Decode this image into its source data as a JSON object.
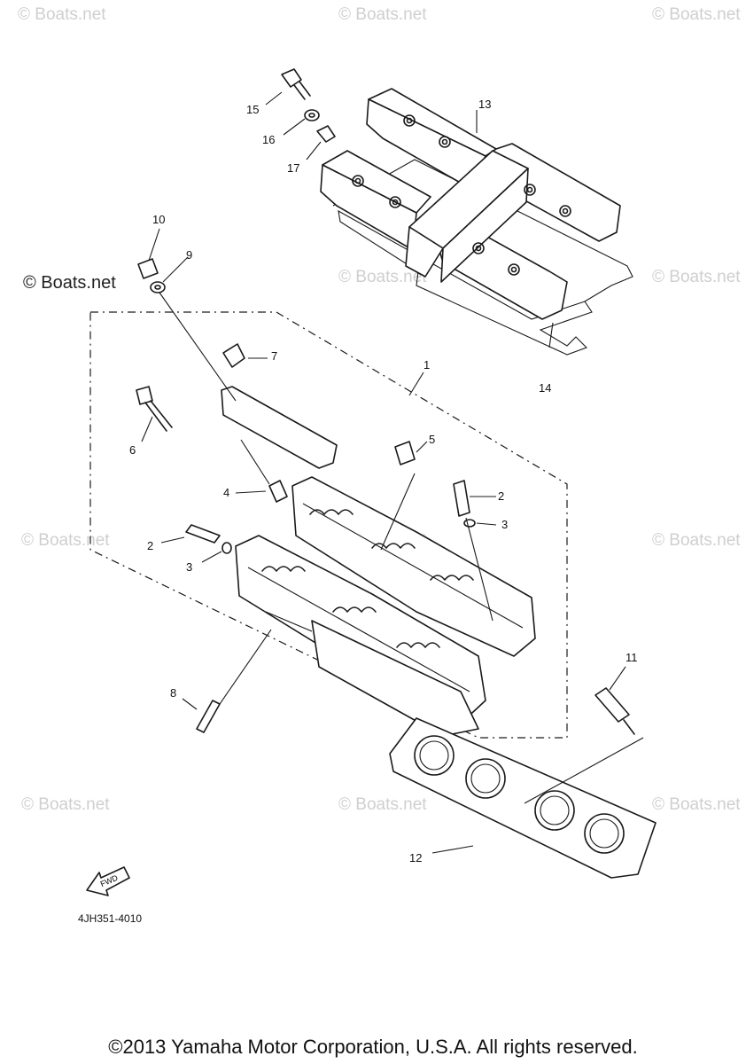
{
  "watermark_text": "© Boats.net",
  "watermark_corner_text": "© Boats.net",
  "callouts": [
    {
      "id": "c1",
      "label": "1"
    },
    {
      "id": "c2a",
      "label": "2"
    },
    {
      "id": "c2b",
      "label": "2"
    },
    {
      "id": "c3a",
      "label": "3"
    },
    {
      "id": "c3b",
      "label": "3"
    },
    {
      "id": "c4",
      "label": "4"
    },
    {
      "id": "c5",
      "label": "5"
    },
    {
      "id": "c6",
      "label": "6"
    },
    {
      "id": "c7",
      "label": "7"
    },
    {
      "id": "c8",
      "label": "8"
    },
    {
      "id": "c9",
      "label": "9"
    },
    {
      "id": "c10",
      "label": "10"
    },
    {
      "id": "c11",
      "label": "11"
    },
    {
      "id": "c12",
      "label": "12"
    },
    {
      "id": "c13",
      "label": "13"
    },
    {
      "id": "c14",
      "label": "14"
    },
    {
      "id": "c15",
      "label": "15"
    },
    {
      "id": "c16",
      "label": "16"
    },
    {
      "id": "c17",
      "label": "17"
    }
  ],
  "fwd_label": "FWD",
  "part_code": "4JH351-4010",
  "footer": "©2013 Yamaha Motor Corporation, U.S.A. All rights reserved."
}
